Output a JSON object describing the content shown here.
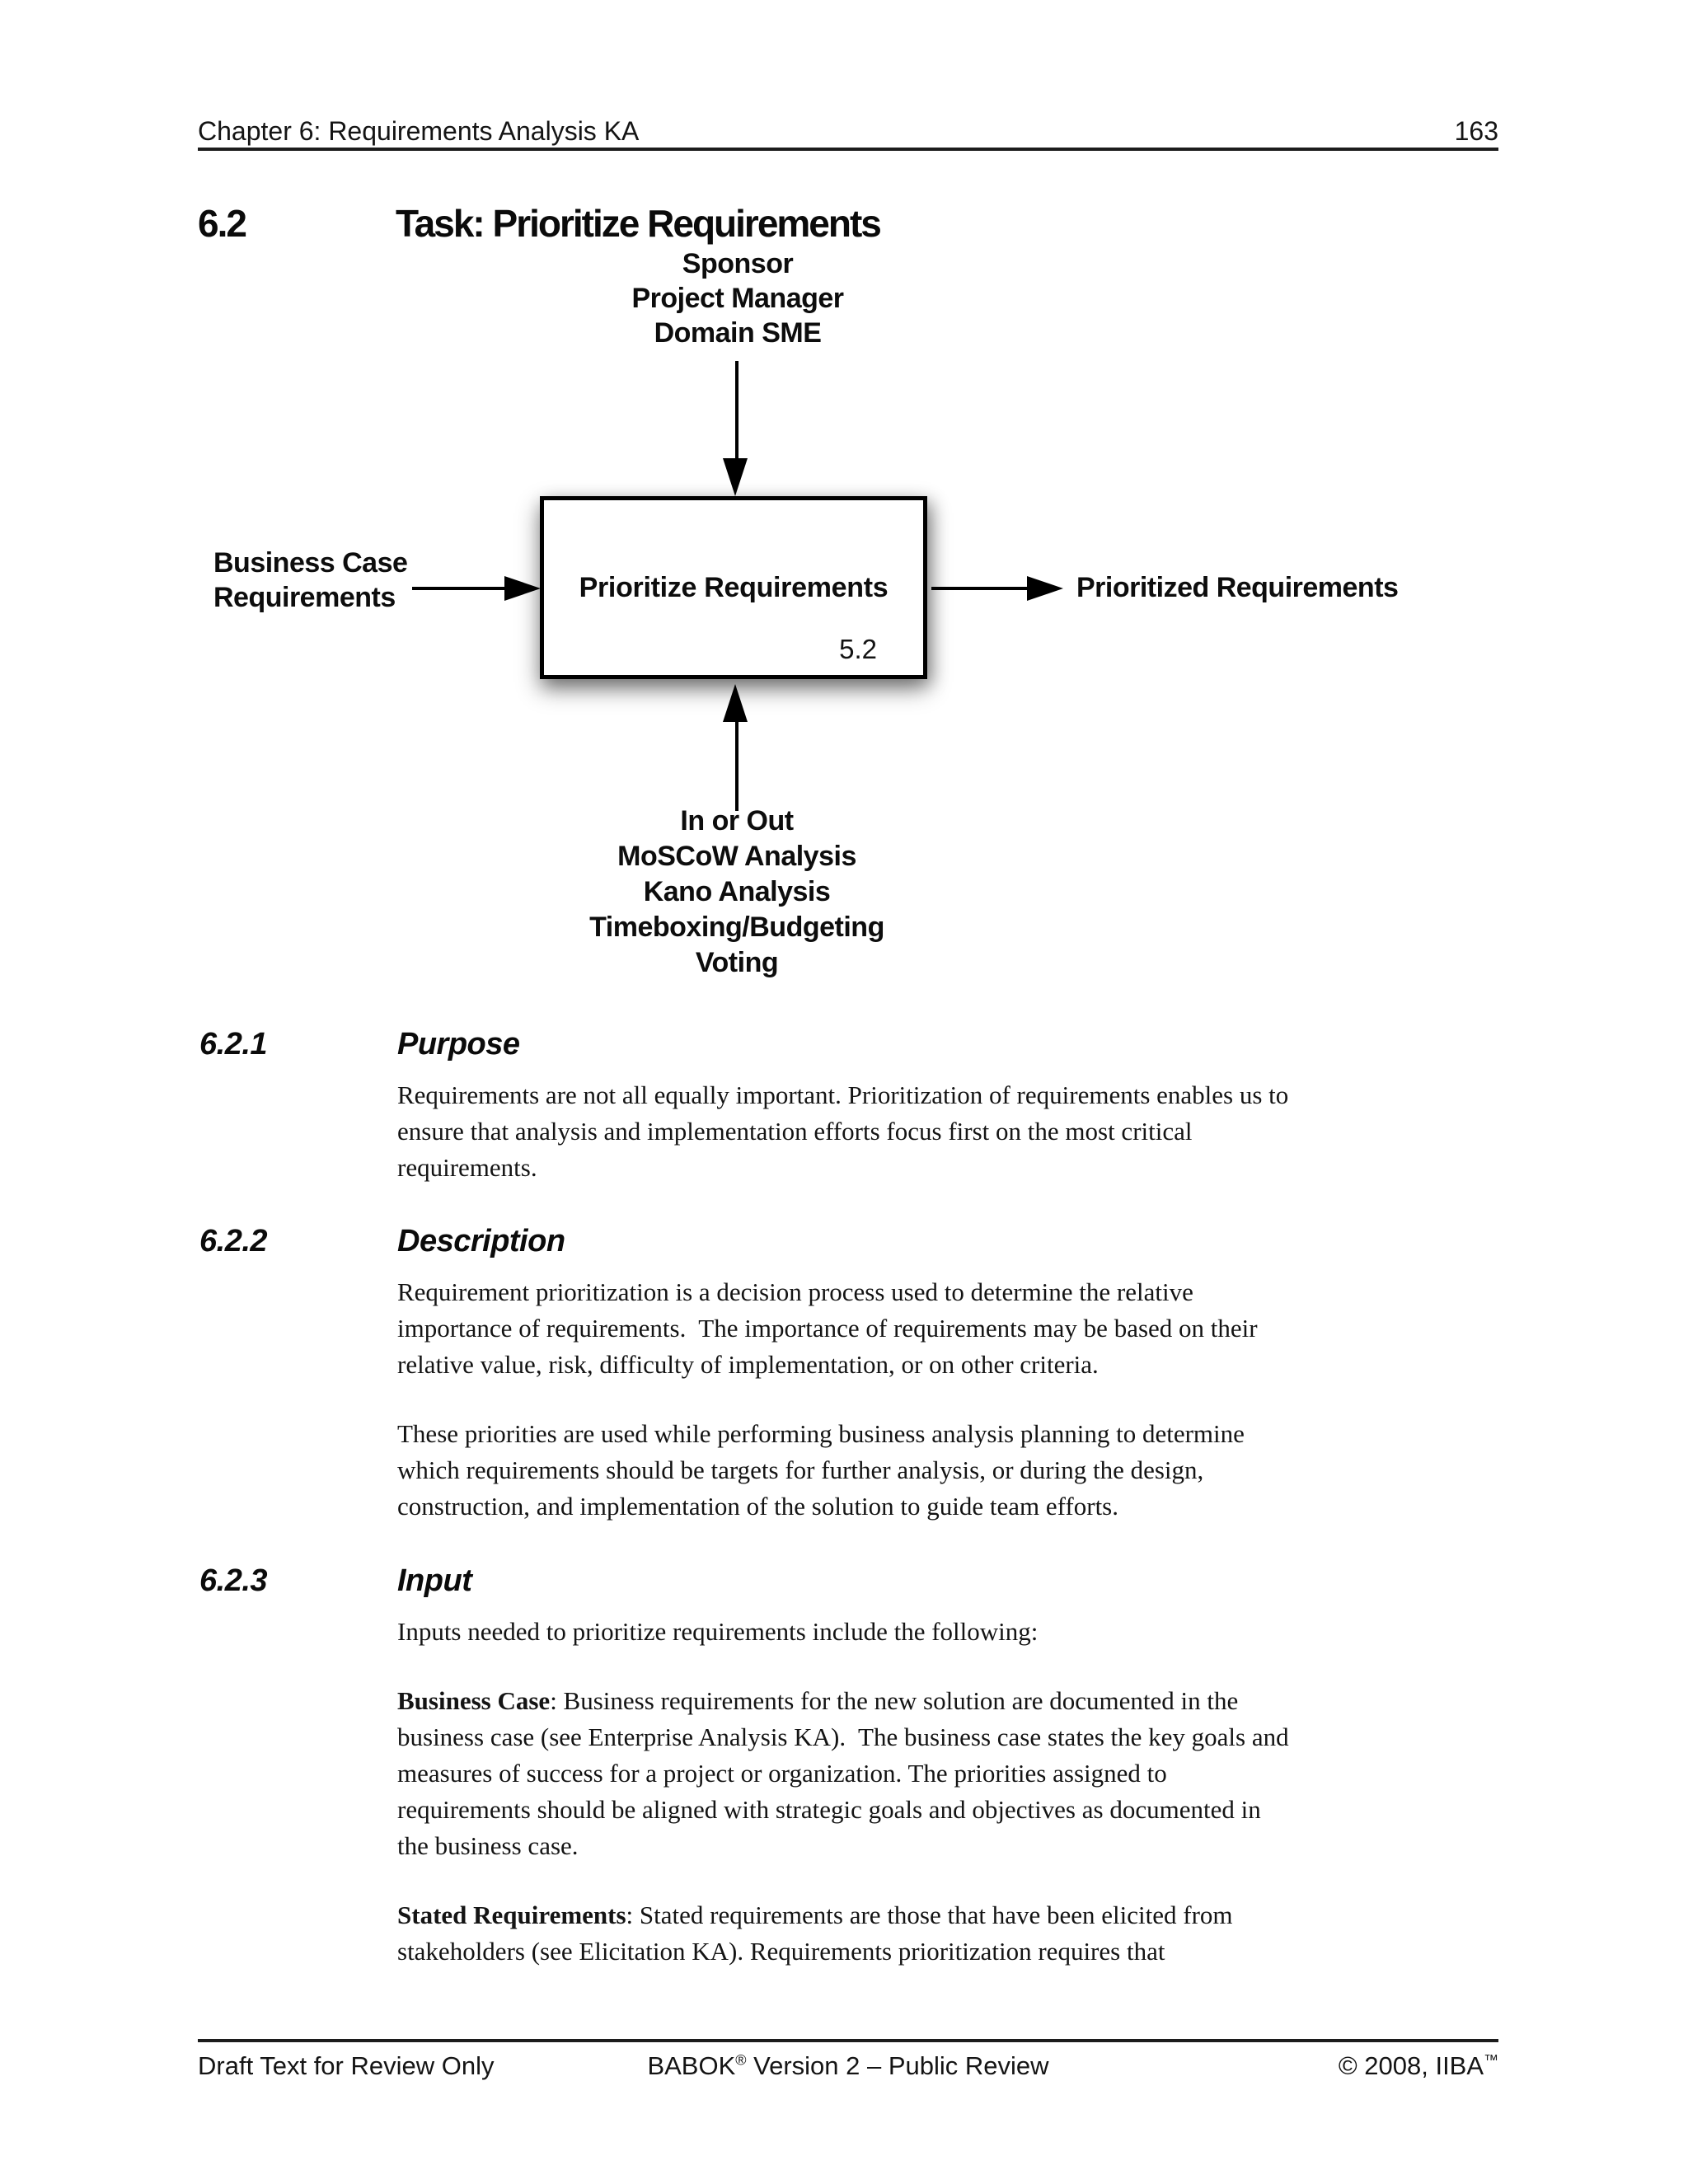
{
  "header": {
    "chapter": "Chapter 6: Requirements Analysis KA",
    "page_number": "163"
  },
  "title": {
    "number": "6.2",
    "text": "Task: Prioritize Requirements"
  },
  "diagram": {
    "top_stakeholders": [
      "Sponsor",
      "Project Manager",
      "Domain SME"
    ],
    "input_label_lines": [
      "Business Case",
      "Requirements"
    ],
    "process_box": {
      "title": "Prioritize Requirements",
      "number": "5.2"
    },
    "output_label": "Prioritized Requirements",
    "techniques": [
      "In or Out",
      "MoSCoW Analysis",
      "Kano Analysis",
      "Timeboxing/Budgeting",
      "Voting"
    ]
  },
  "sections": [
    {
      "number": "6.2.1",
      "title": "Purpose",
      "paragraphs": [
        {
          "lines": [
            "Requirements are not all equally important. Prioritization of requirements enables us to",
            "ensure that analysis and implementation efforts focus first on the most critical",
            "requirements."
          ]
        }
      ]
    },
    {
      "number": "6.2.2",
      "title": "Description",
      "paragraphs": [
        {
          "lines": [
            "Requirement prioritization is a decision process used to determine the relative",
            "importance of requirements.  The importance of requirements may be based on their",
            "relative value, risk, difficulty of implementation, or on other criteria."
          ]
        },
        {
          "lines": [
            "These priorities are used while performing business analysis planning to determine",
            "which requirements should be targets for further analysis, or during the design,",
            "construction, and implementation of the solution to guide team efforts."
          ]
        }
      ]
    },
    {
      "number": "6.2.3",
      "title": "Input",
      "paragraphs": [
        {
          "lines": [
            "Inputs needed to prioritize requirements include the following:"
          ]
        },
        {
          "lead": "Business Case",
          "lines": [
            ": Business requirements for the new solution are documented in the",
            "business case (see Enterprise Analysis KA).  The business case states the key goals and",
            "measures of success for a project or organization. The priorities assigned to",
            "requirements should be aligned with strategic goals and objectives as documented in",
            "the business case."
          ]
        },
        {
          "lead": "Stated Requirements",
          "lines": [
            ": Stated requirements are those that have been elicited from",
            "stakeholders (see Elicitation KA). Requirements prioritization requires that"
          ]
        }
      ]
    }
  ],
  "footer": {
    "left": "Draft Text for Review Only",
    "center_pre": "BABOK",
    "center_sup": "®",
    "center_post": " Version 2 – Public Review",
    "right_pre": "© 2008, IIBA",
    "right_sup": "™"
  },
  "colors": {
    "text": "#141414",
    "rule": "#1c1c1c",
    "box_border": "#000000",
    "page_bg": "#ffffff"
  }
}
